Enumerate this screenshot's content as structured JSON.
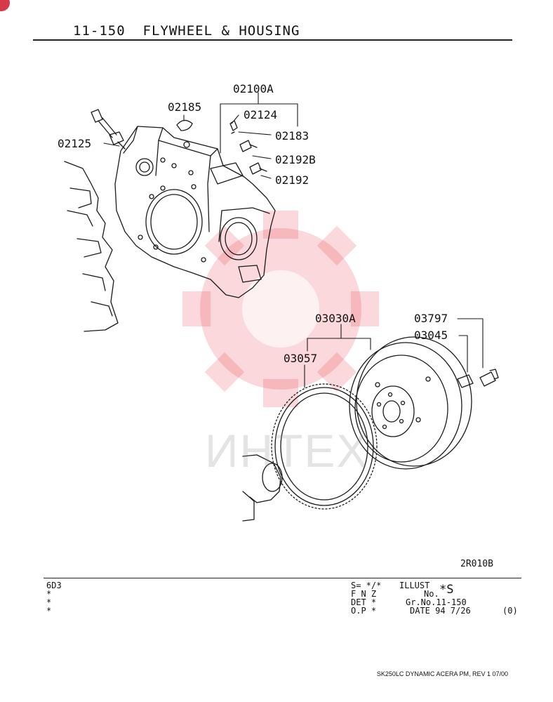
{
  "header": {
    "section": "11-150",
    "title": "FLYWHEEL & HOUSING"
  },
  "callouts": {
    "p02100A": "02100A",
    "p02185": "02185",
    "p02124": "02124",
    "p02183": "02183",
    "p02192B": "02192B",
    "p02192": "02192",
    "p02125": "02125",
    "p03030A": "03030A",
    "p03057": "03057",
    "p03797": "03797",
    "p03045": "03045"
  },
  "illustration_code": "2R010B",
  "watermark": "ИНТЕХ",
  "info": {
    "left": [
      "6D3",
      "*",
      "*",
      "*"
    ],
    "s_label": "S= */*",
    "illust_label": "ILLUST",
    "illust_no_label": "No.",
    "illust_no_value": "*S",
    "fnz": "F N Z",
    "det": "DET *",
    "grno": "Gr.No.11-150",
    "op": "O.P *",
    "date": "DATE 94 7/26",
    "rev": "(0)"
  },
  "footer": "SK250LC DYNAMIC ACERA PM, REV 1 07/00",
  "colors": {
    "line": "#1a1a1a",
    "watermark": "#e5283a",
    "badge": "#d63a4a"
  }
}
